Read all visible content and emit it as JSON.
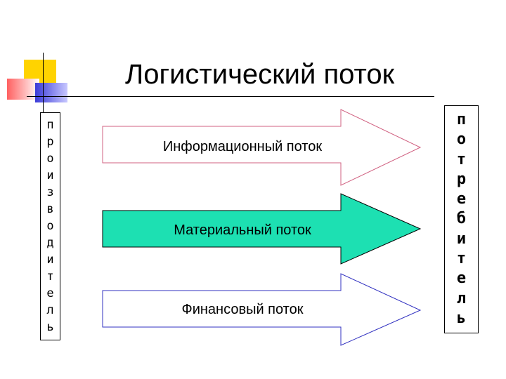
{
  "title": "Логистический поток",
  "producer": {
    "letters": [
      "п",
      "р",
      "о",
      "и",
      "з",
      "в",
      "о",
      "д",
      "и",
      "т",
      "е",
      "л",
      "ь"
    ]
  },
  "consumer": {
    "letters": [
      "п",
      "о",
      "т",
      "р",
      "е",
      "б",
      "и",
      "т",
      "е",
      "л",
      "ь"
    ]
  },
  "flows": [
    {
      "label": "Информационный поток",
      "fill": "#ffffff",
      "stroke": "#d06080"
    },
    {
      "label": "Материальный поток",
      "fill": "#1de0b2",
      "stroke": "#000000"
    },
    {
      "label": "Финансовый поток",
      "fill": "#ffffff",
      "stroke": "#3030c0"
    }
  ]
}
